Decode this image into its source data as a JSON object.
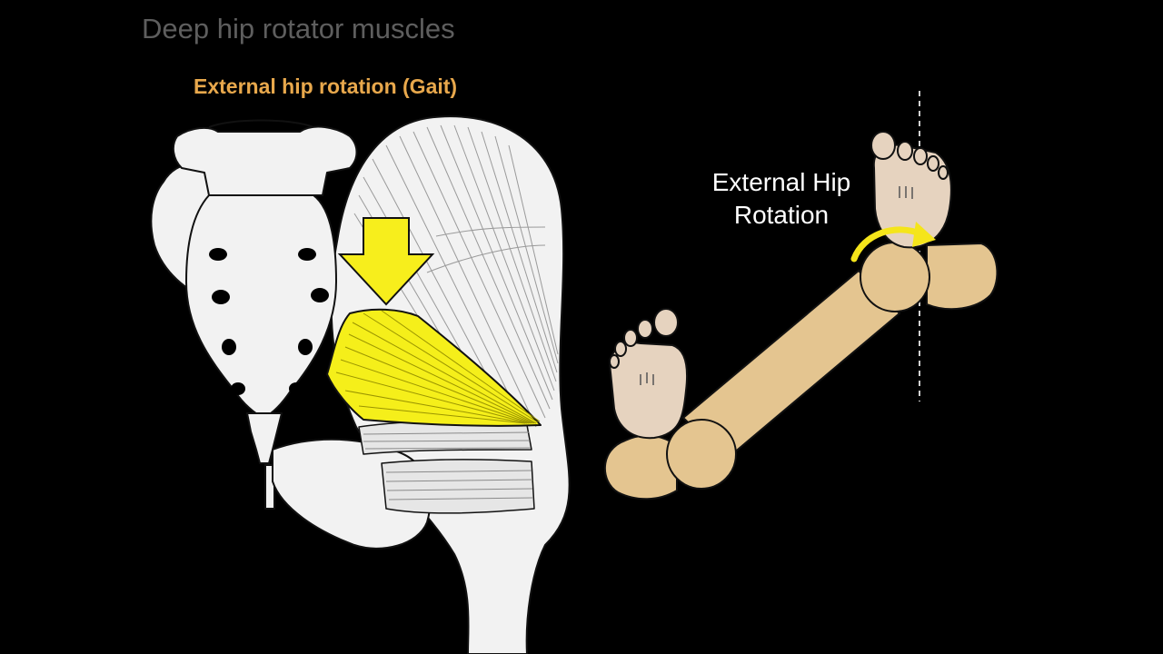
{
  "title": "Deep hip rotator muscles",
  "subtitle": "External hip rotation (Gait)",
  "rotation_label": {
    "line1": "External Hip",
    "line2": "Rotation"
  },
  "colors": {
    "background": "#000000",
    "title": "#5e5e5e",
    "subtitle": "#e8a84c",
    "highlight_muscle": "#f5ef1a",
    "arrow": "#f7ee1c",
    "bone_anatomy": "#f2f2f2",
    "leg_bone": "#e4c590",
    "foot": "#e6d3bf",
    "rotation_arrow": "#f5e51a",
    "reference_line": "#cfcfcf"
  },
  "icons": {
    "down_arrow": "arrow-down-icon",
    "curved_arrow": "curved-rotation-arrow-icon"
  }
}
